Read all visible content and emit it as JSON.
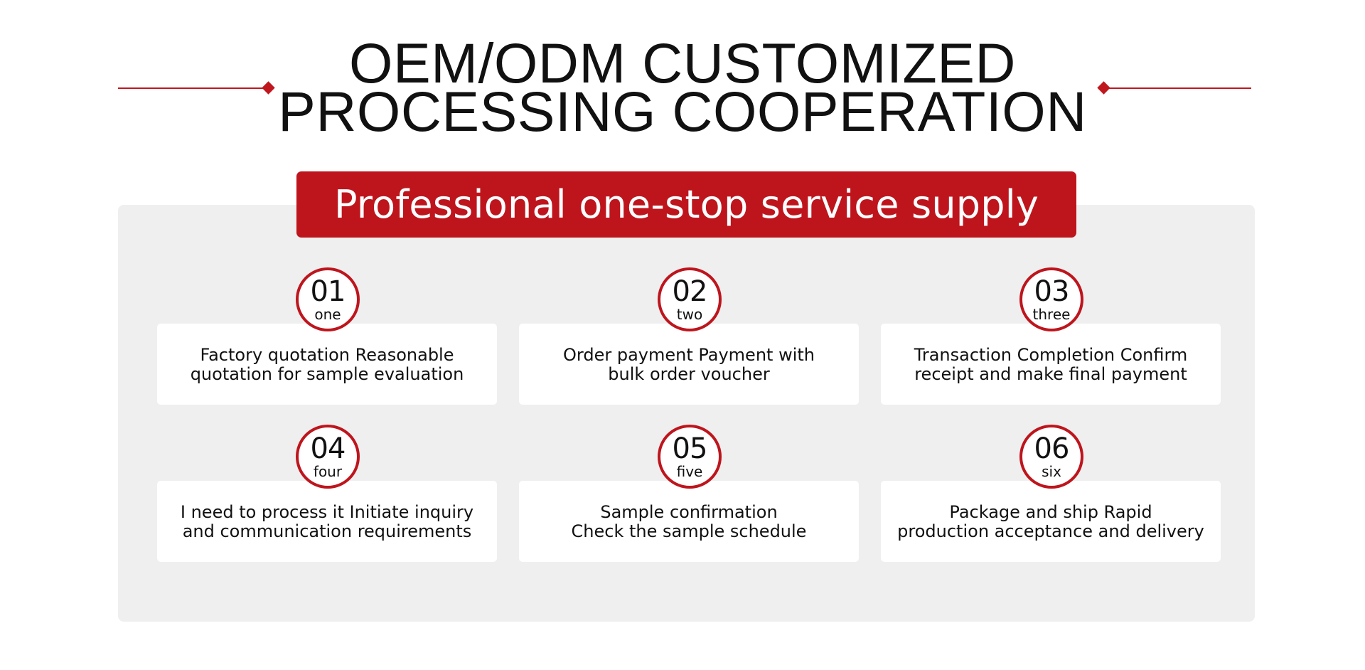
{
  "header": {
    "title_line1": "OEM/ODM CUSTOMIZED",
    "title_line2": "PROCESSING COOPERATION"
  },
  "banner": {
    "text": "Professional one-stop service supply"
  },
  "colors": {
    "accent_red": "#be151d",
    "panel_grey": "#efefef",
    "text_dark": "#111111"
  },
  "steps": [
    {
      "number": "01",
      "word": "one",
      "line1": "Factory quotation Reasonable",
      "line2": "quotation for sample evaluation"
    },
    {
      "number": "02",
      "word": "two",
      "line1": "Order payment Payment with",
      "line2": "bulk order voucher"
    },
    {
      "number": "03",
      "word": "three",
      "line1": "Transaction Completion Confirm",
      "line2": "receipt and make final payment"
    },
    {
      "number": "04",
      "word": "four",
      "line1": "I need to process it Initiate inquiry",
      "line2": "and communication requirements"
    },
    {
      "number": "05",
      "word": "five",
      "line1": "Sample confirmation",
      "line2": "Check the sample schedule"
    },
    {
      "number": "06",
      "word": "six",
      "line1": "Package and ship Rapid",
      "line2": "production acceptance and delivery"
    }
  ]
}
